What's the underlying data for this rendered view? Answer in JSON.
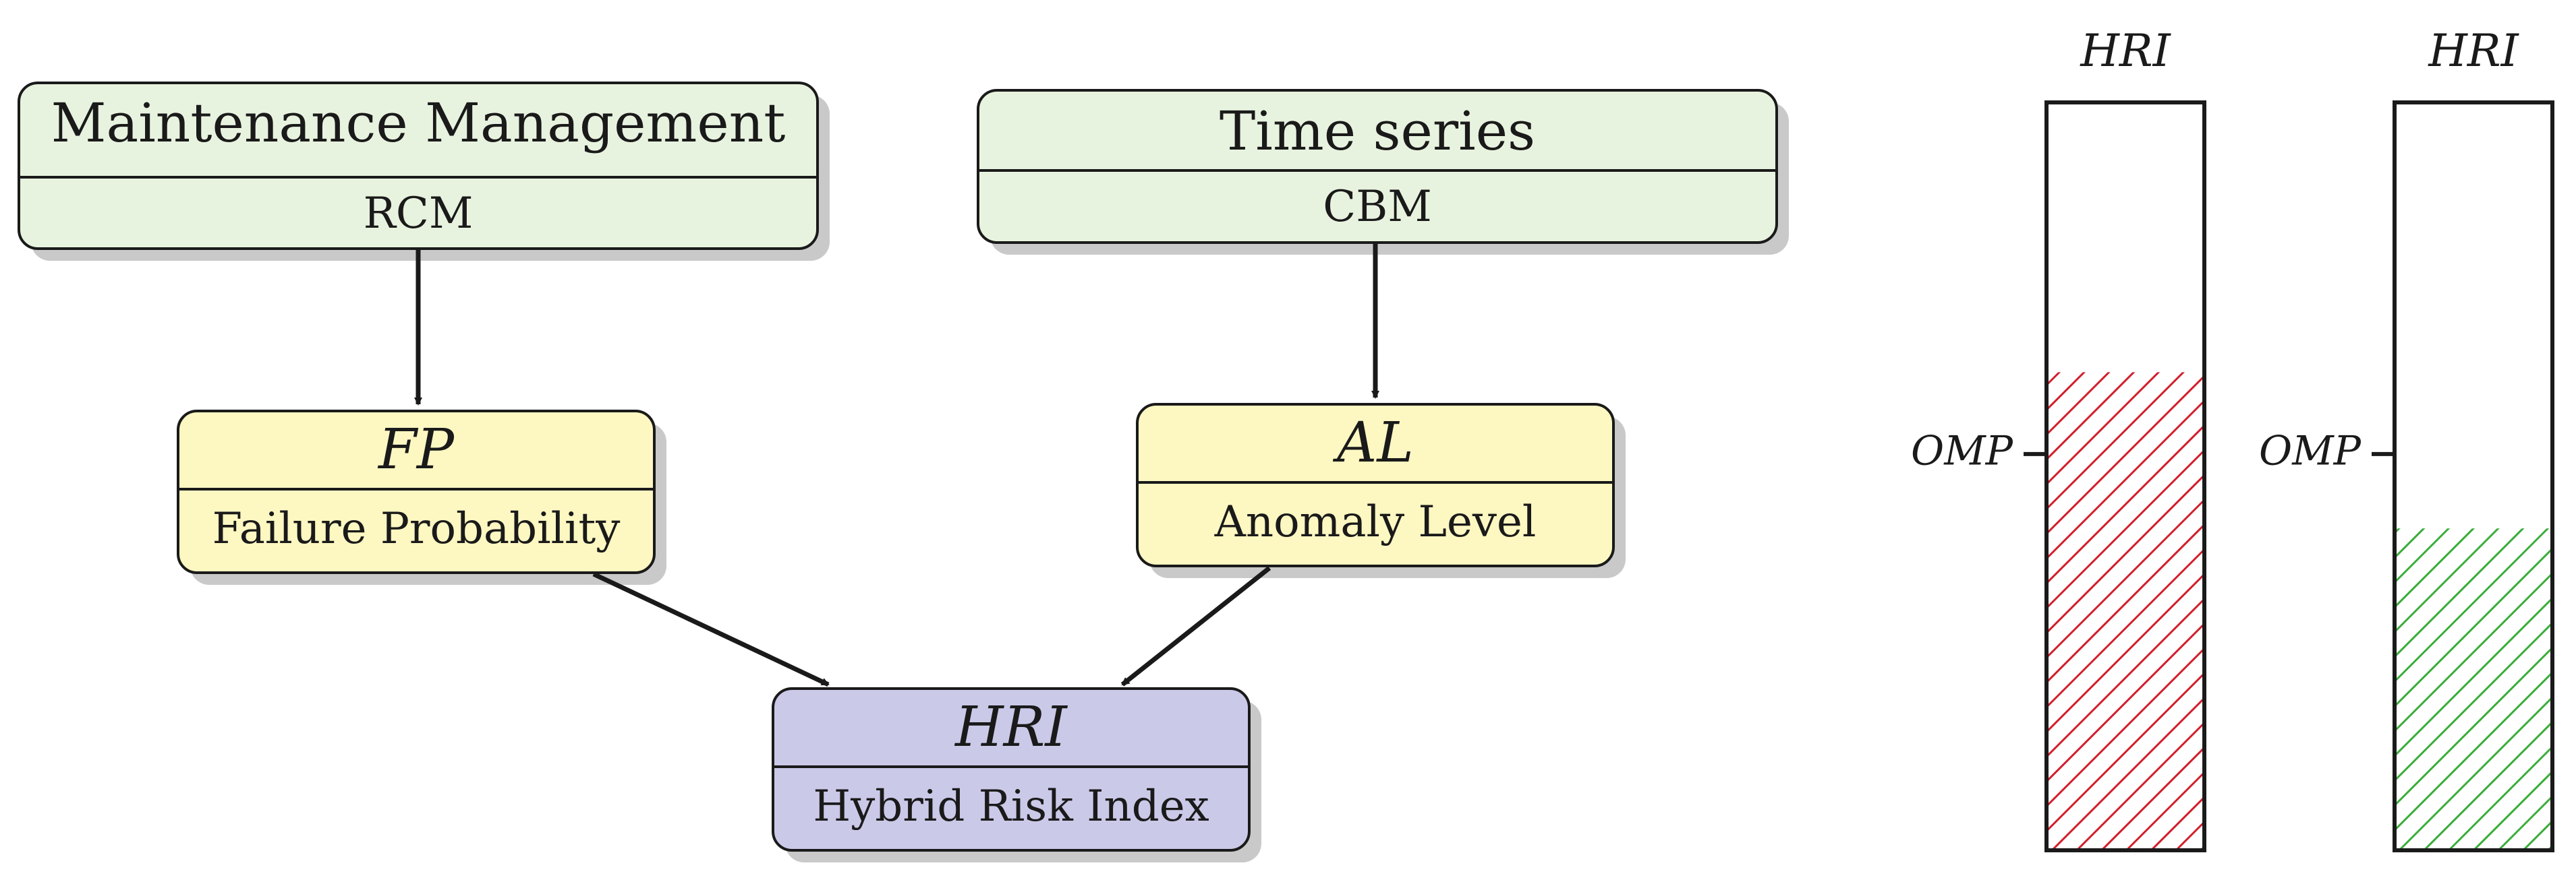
{
  "nodes": {
    "maintenance": {
      "title": "Maintenance Management",
      "subtitle": "RCM"
    },
    "timeseries": {
      "title": "Time series",
      "subtitle": "CBM"
    },
    "fp": {
      "title": "FP",
      "subtitle": "Failure Probability"
    },
    "al": {
      "title": "AL",
      "subtitle": "Anomaly Level"
    },
    "hri": {
      "title": "HRI",
      "subtitle": "Hybrid Risk Index"
    }
  },
  "gauges": [
    {
      "label": "HRI",
      "threshold_label": "OMP",
      "level": 0.64,
      "threshold": 0.53,
      "color": "#d11f2c"
    },
    {
      "label": "HRI",
      "threshold_label": "OMP",
      "level": 0.43,
      "threshold": 0.53,
      "color": "#3aad3a"
    }
  ],
  "colors": {
    "green_box": "#e8f3df",
    "yellow_box": "#fdf7c2",
    "purple_box": "#cbc9e8",
    "shadow": "#c9c9c9",
    "stroke": "#1a1a1a"
  }
}
